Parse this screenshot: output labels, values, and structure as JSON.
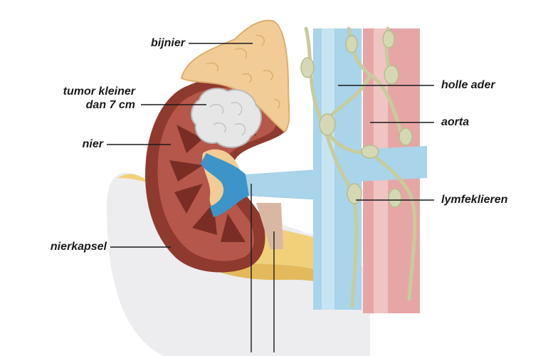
{
  "labels": {
    "bijnier": "bijnier",
    "tumor_line1": "tumor kleiner",
    "tumor_line2": "dan 7 cm",
    "nier": "nier",
    "nierkapsel": "nierkapsel",
    "holle_ader": "holle ader",
    "aorta": "aorta",
    "lymfeklieren": "lymfeklieren"
  },
  "colors": {
    "adrenal": "#f2cc96",
    "kidney": "#8e3a2f",
    "tumor": "#e6e6e6",
    "vena_cava": "#a9d4ea",
    "renal_vein": "#3c94c8",
    "aorta": "#e7a6a6",
    "lymph": "#d4d8b4",
    "fat": "#f0d17a"
  }
}
